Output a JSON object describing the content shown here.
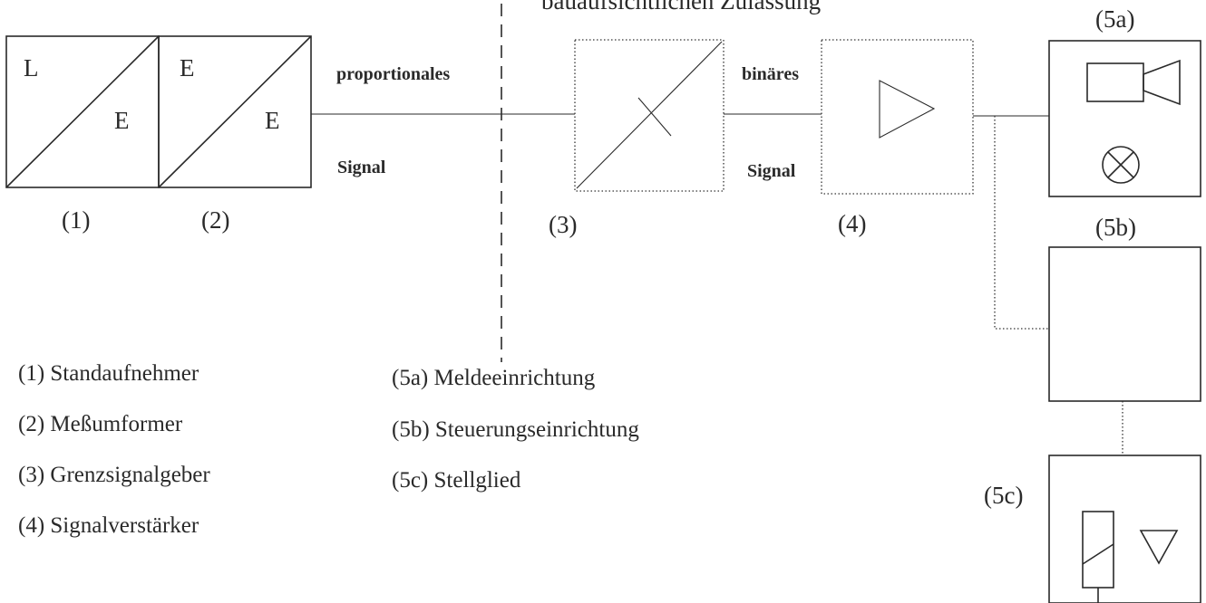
{
  "header": {
    "cut_text": "bauaufsichtlichen Zulassung"
  },
  "blocks": {
    "b1": {
      "top_left": "L",
      "bottom_right": "E",
      "number": "(1)"
    },
    "b2": {
      "top_left": "E",
      "bottom_right": "E",
      "number": "(2)"
    },
    "b3": {
      "number": "(3)"
    },
    "b4": {
      "number": "(4)"
    },
    "b5a": {
      "number": "(5a)"
    },
    "b5b": {
      "number": "(5b)"
    },
    "b5c": {
      "number": "(5c)"
    }
  },
  "signals": {
    "proportional_top": "proportionales",
    "proportional_bottom": "Signal",
    "binary_top": "binäres",
    "binary_bottom": "Signal"
  },
  "legend": {
    "items": [
      "(1) Standaufnehmer",
      "(2) Meßumformer",
      "(3) Grenzsignalgeber",
      "(4) Signalverstärker",
      "(5a) Meldeeinrichtung",
      "(5b) Steuerungseinrichtung",
      "(5c) Stellglied"
    ]
  }
}
